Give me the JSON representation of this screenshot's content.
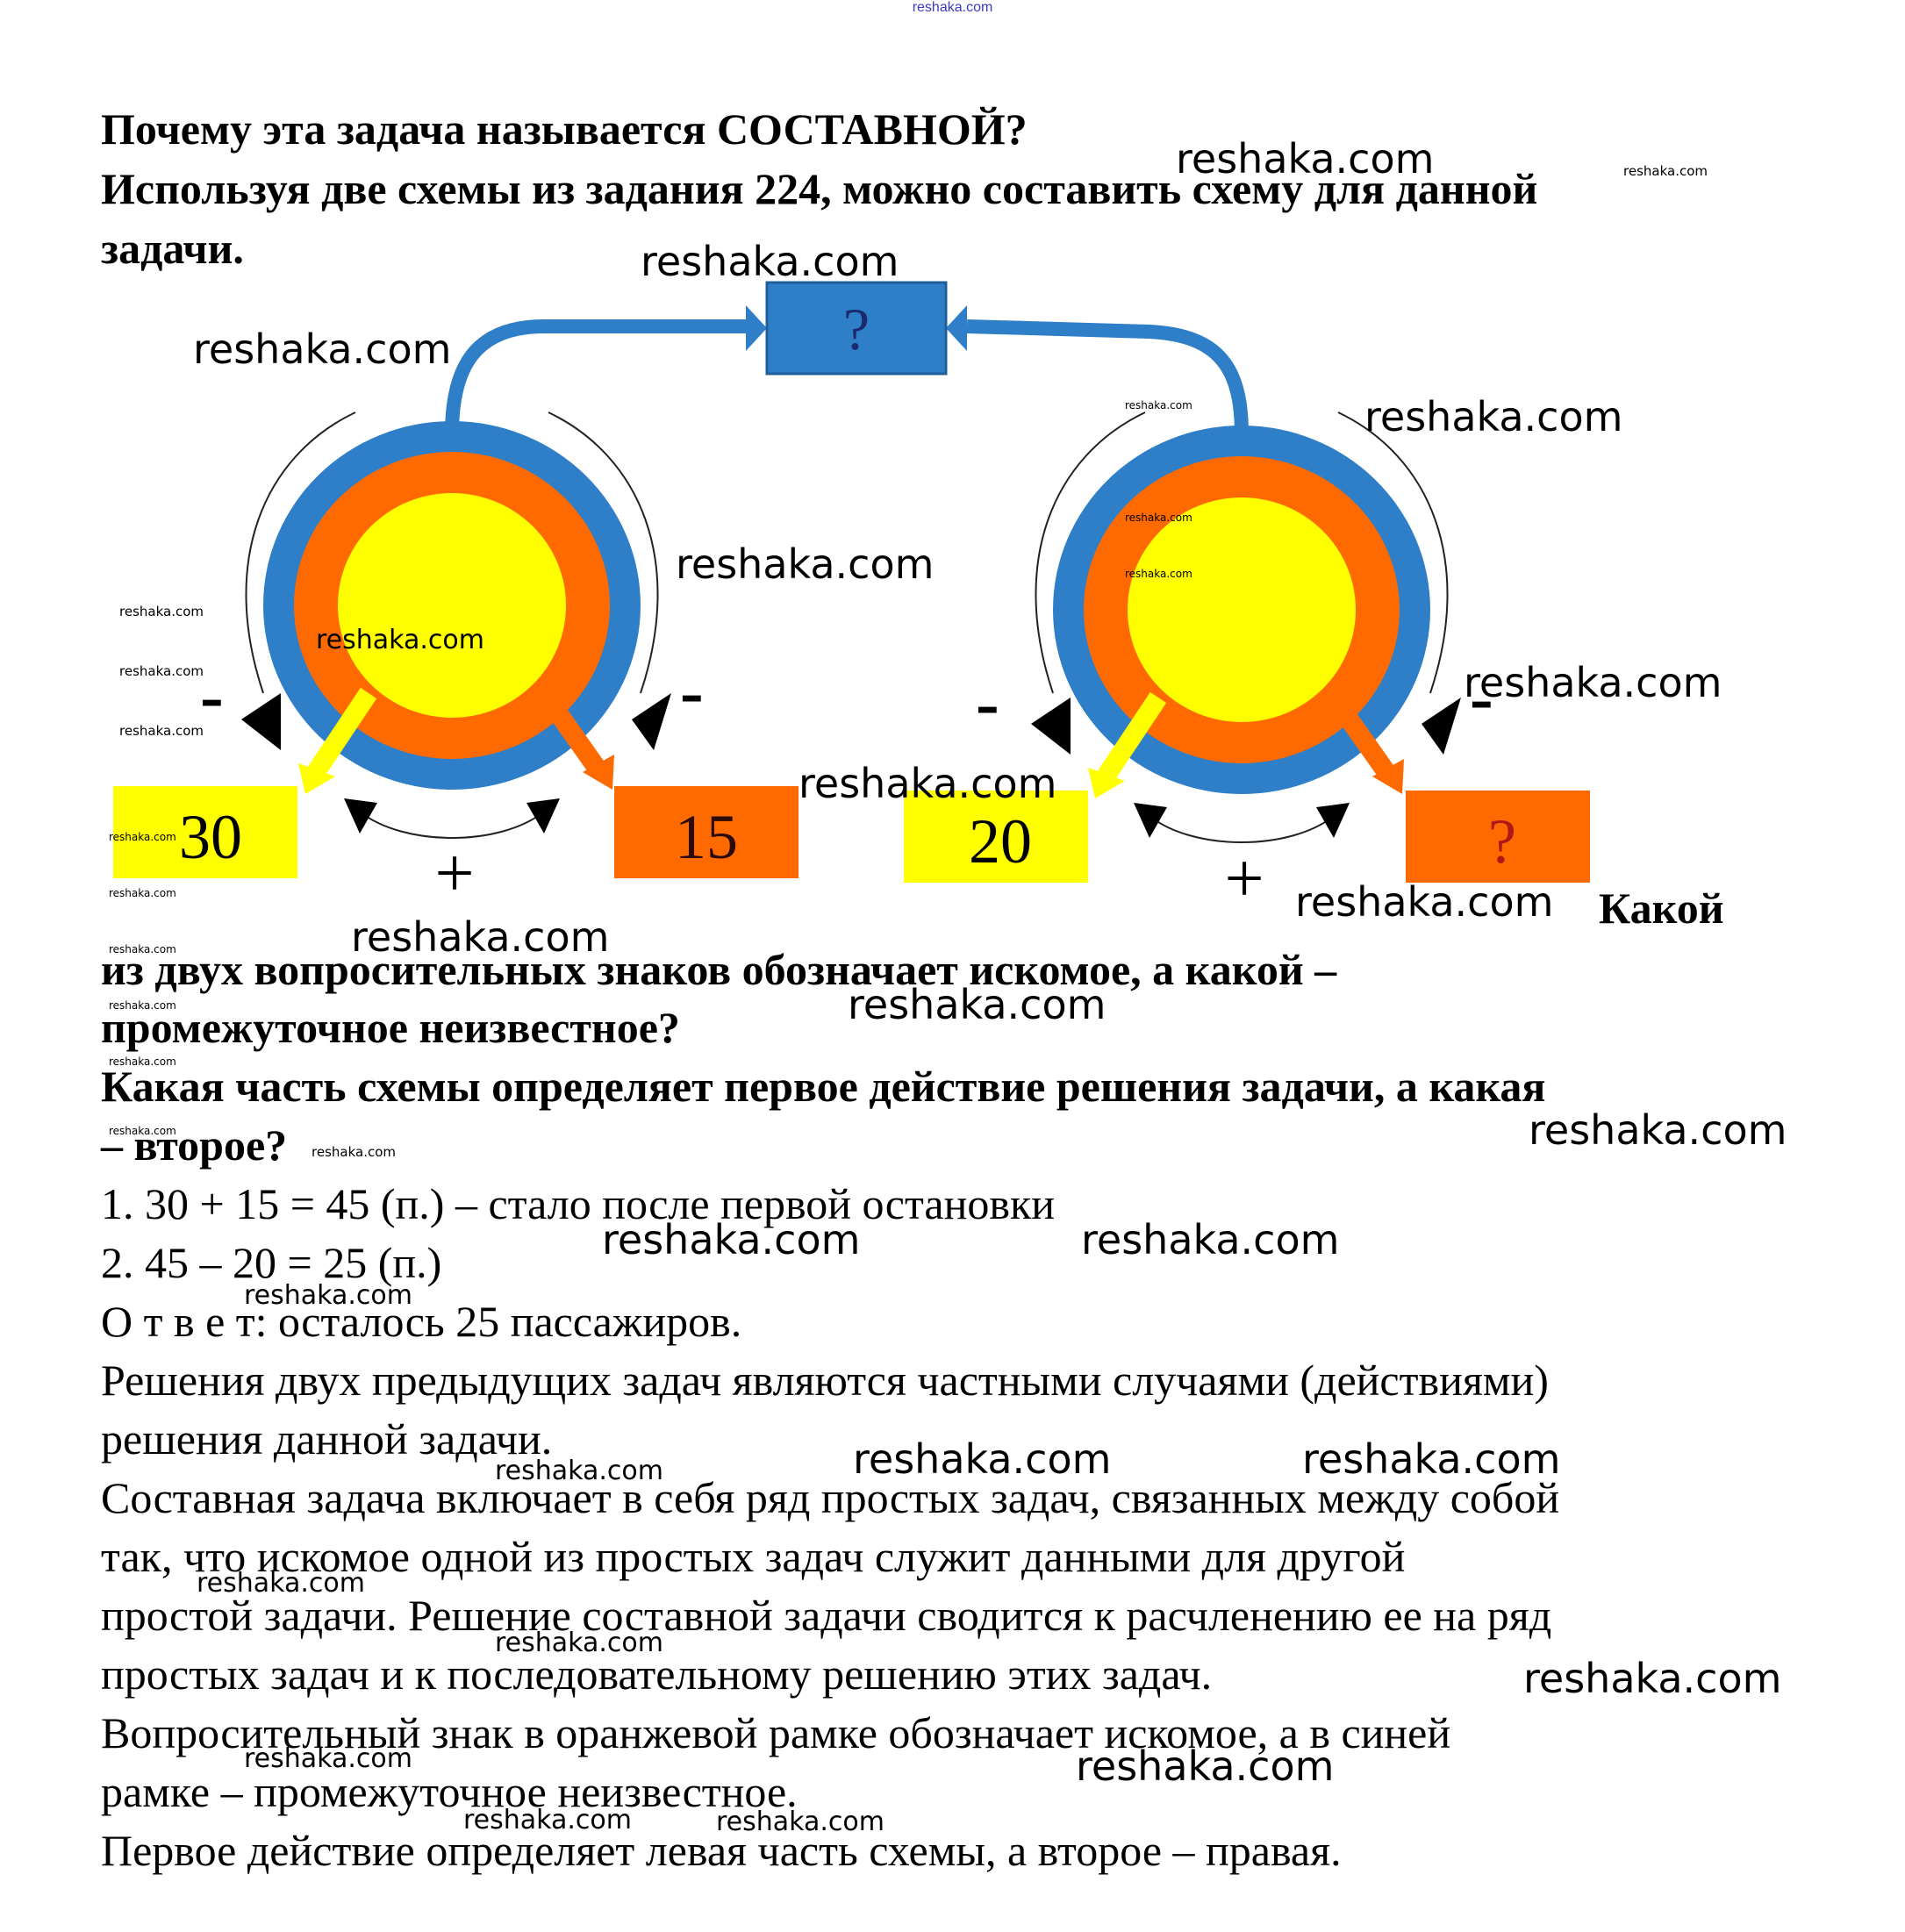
{
  "watermark_top": "reshaka.com",
  "watermark": "reshaka.com",
  "heading": {
    "line1": "Почему эта задача называется СОСТАВНОЙ?",
    "line2": "Используя две схемы из задания 224, можно составить схему для данной",
    "line3": "задачи."
  },
  "diagram": {
    "top_box_label": "?",
    "left": {
      "yellow_value": "30",
      "orange_value": "15",
      "minus_left": "-",
      "minus_right": "-",
      "plus": "+"
    },
    "right": {
      "yellow_value": "20",
      "orange_value": "?",
      "minus_left": "-",
      "minus_right": "-",
      "plus": "+"
    },
    "colors": {
      "blue": "#2e7fc7",
      "orange": "#ff6a00",
      "yellow": "#ffff00",
      "dark_blue_text": "#1a2a6b",
      "red_text": "#b01818"
    }
  },
  "questions": {
    "q1_start": "Какой",
    "q1_line1": "из двух вопросительных знаков обозначает искомое, а какой –",
    "q1_line2": "промежуточное неизвестное?",
    "q2_line1": "Какая часть схемы определяет первое действие решения задачи, а какая",
    "q2_line2": "– второе?"
  },
  "solution": {
    "step1": "1. 30 + 15 = 45 (п.) – стало после первой остановки",
    "step2": "2. 45 – 20 = 25 (п.)",
    "answer": "О т в е т: осталось 25 пассажиров."
  },
  "explanation": [
    "Решения двух предыдущих задач являются частными случаями (действиями)",
    "решения данной задачи.",
    "Составная задача включает в себя ряд простых задач, связанных между собой",
    "так, что искомое одной из простых задач служит данными для другой",
    "простой задачи. Решение составной задачи сводится к расчленению ее на ряд",
    "простых задач и к последовательному решению этих задач.",
    "Вопросительный знак в оранжевой рамке обозначает искомое, а в синей",
    "рамке – промежуточное неизвестное.",
    "Первое действие определяет левая часть схемы, а второе – правая."
  ]
}
